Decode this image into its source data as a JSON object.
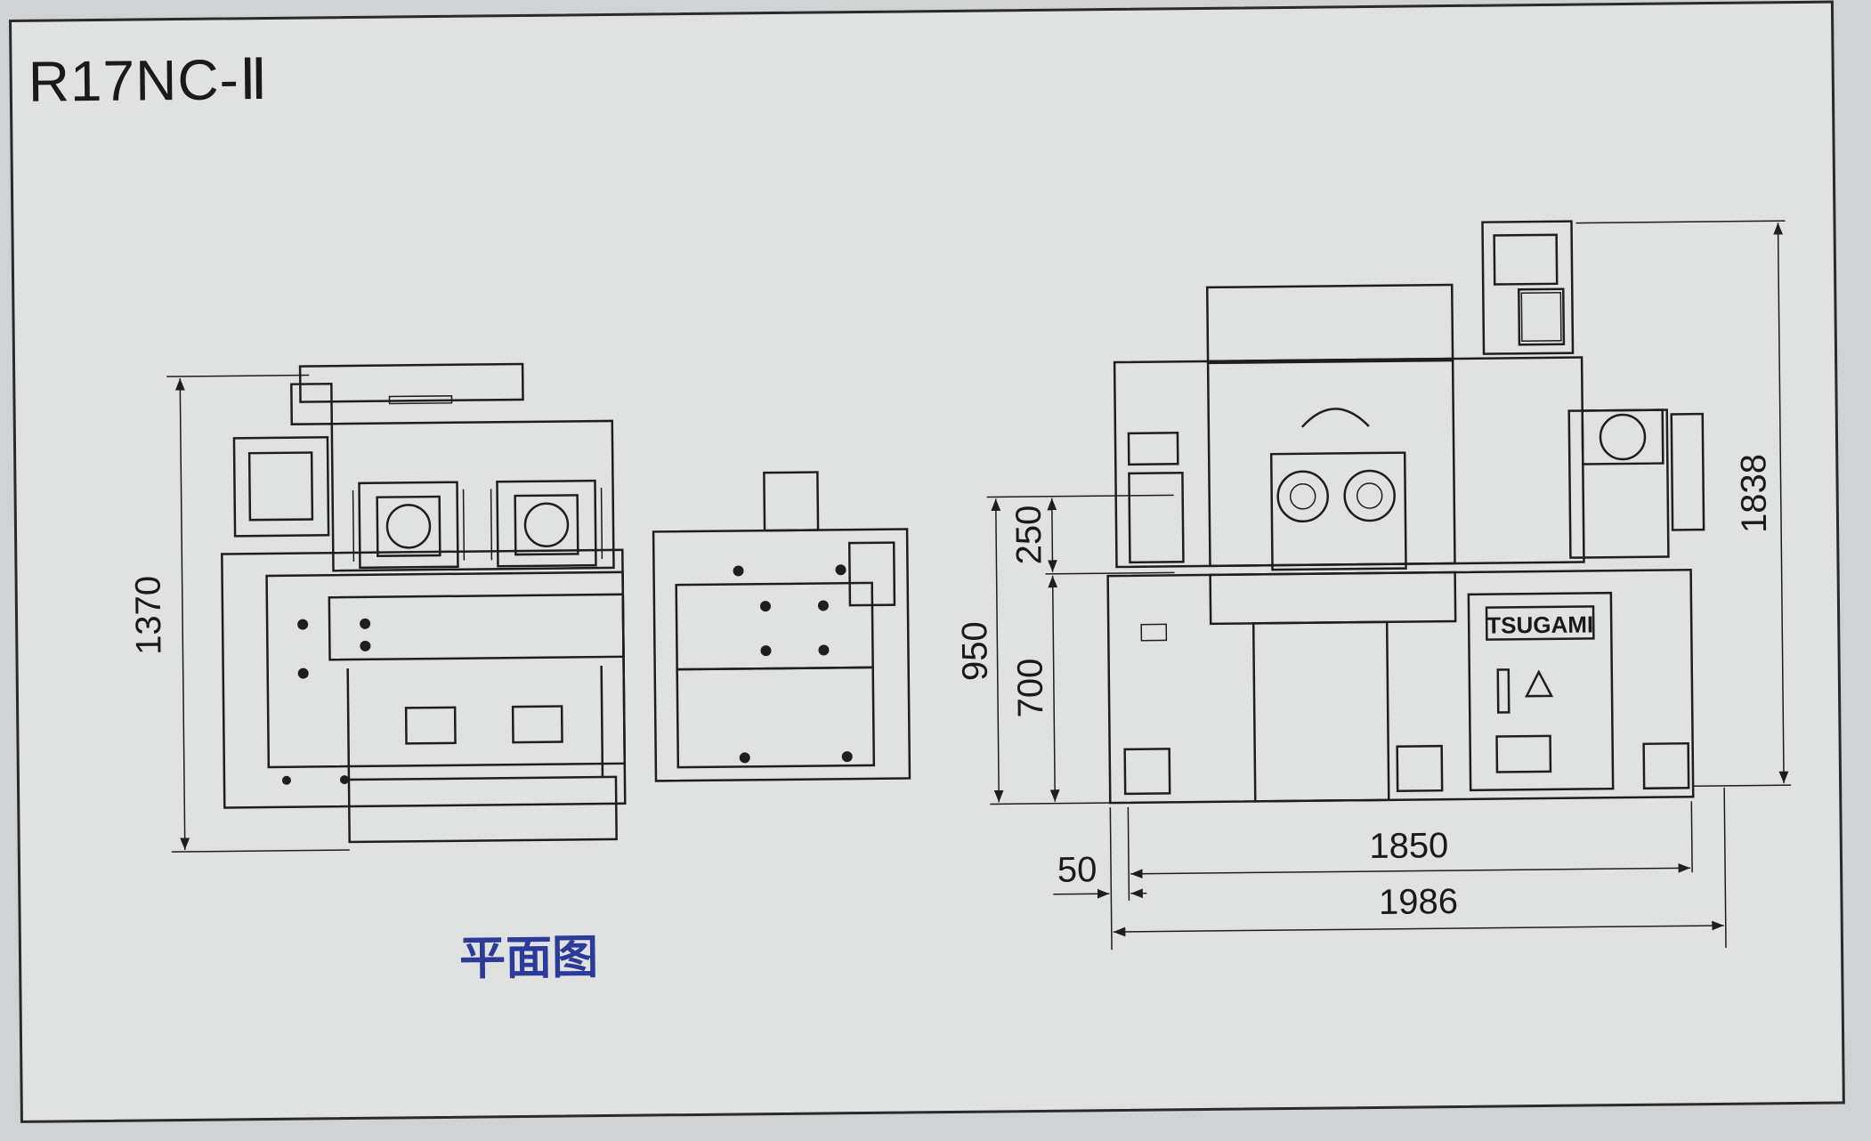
{
  "title": "R17NC-Ⅱ",
  "plan_view": {
    "caption": "平面图",
    "depth": "1370"
  },
  "front_view": {
    "total_height": "1838",
    "height_950": "950",
    "height_700": "700",
    "height_250": "250",
    "width_1850": "1850",
    "width_1986": "1986",
    "offset_50": "50",
    "brand_plate": "TSUGAMI"
  },
  "colors": {
    "background": "#dfe2e0",
    "line": "#1e1e1e",
    "caption": "#2c3a9a"
  }
}
